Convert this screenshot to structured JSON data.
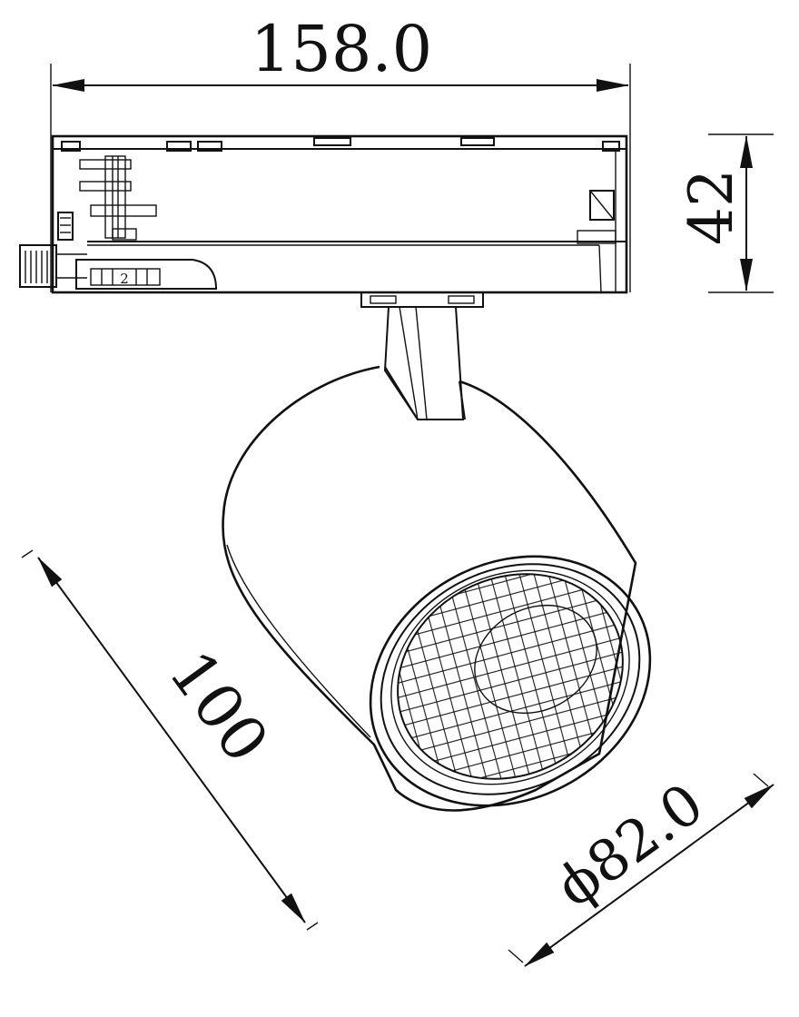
{
  "drawing": {
    "dimensions": {
      "width": "158.0",
      "height": "42",
      "length": "100",
      "diameter": "ϕ82.0"
    },
    "housing_label": "2",
    "colors": {
      "line": "#111111",
      "background": "#ffffff"
    }
  }
}
